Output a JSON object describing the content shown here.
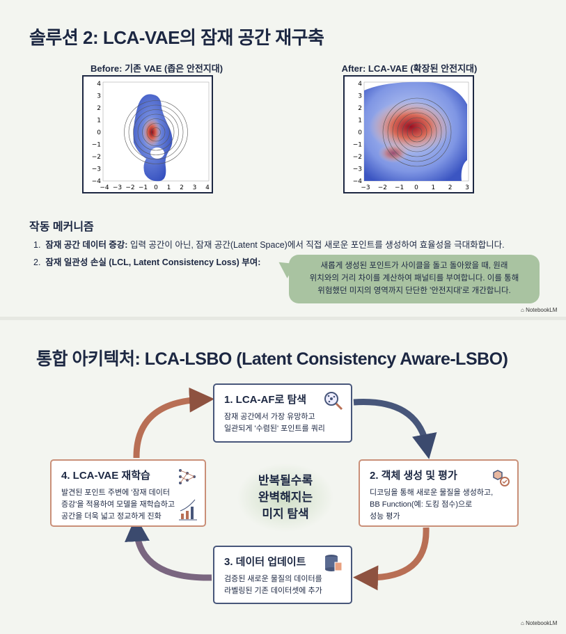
{
  "slide1": {
    "title": "솔루션 2: LCA-VAE의 잠재 공간 재구축",
    "before": {
      "title": "Before: 기존 VAE (좁은 안전지대)",
      "xticks": [
        "−4",
        "−3",
        "−2",
        "−1",
        "0",
        "1",
        "2",
        "3",
        "4"
      ],
      "yticks": [
        "4",
        "3",
        "2",
        "1",
        "0",
        "−1",
        "−2",
        "−3",
        "−4"
      ]
    },
    "after": {
      "title": "After: LCA-VAE (확장된 안전지대)",
      "xticks": [
        "−3",
        "−2",
        "−1",
        "0",
        "1",
        "2",
        "3"
      ],
      "yticks": [
        "4",
        "3",
        "2",
        "1",
        "0",
        "−1",
        "−2",
        "−3",
        "−4"
      ]
    },
    "mechanism_heading": "작동 메커니즘",
    "items": [
      {
        "num": "1.",
        "bold": "잠재 공간 데이터 증강:",
        "text": " 입력 공간이 아닌, 잠재 공간(Latent Space)에서 직접 새로운 포인트를 생성하여 효율성을 극대화합니다."
      },
      {
        "num": "2.",
        "bold": "잠재 일관성 손실 (LCL, Latent Consistency Loss) 부여:",
        "text": ""
      }
    ],
    "bubble_lines": [
      "새롭게 생성된 포인트가 사이클을 돌고 돌아왔을 때, 원래",
      "위치와의 거리 차이를 계산하여 패널티를 부여합니다. 이를 통해",
      "위험했던 미지의 영역까지 단단한 '안전지대'로 개간합니다."
    ],
    "watermark": "NotebookLM"
  },
  "slide2": {
    "title": "통합 아키텍처: LCA-LSBO (Latent Consistency Aware-LSBO)",
    "center_lines": [
      "반복될수록",
      "완벽해지는",
      "미지 탐색"
    ],
    "steps": [
      {
        "title": "1. LCA-AF로 탐색",
        "lines": [
          "잠재 공간에서 가장 유망하고",
          "일관되게 '수렴된' 포인트를 쿼리"
        ],
        "icon": "magnifier-network-icon"
      },
      {
        "title": "2. 객체 생성 및 평가",
        "lines": [
          "디코딩을 통해 새로운 물질을 생성하고,",
          "BB Function(예: 도킹 점수)으로",
          "성능 평가"
        ],
        "icon": "molecule-check-icon"
      },
      {
        "title": "3. 데이터 업데이트",
        "lines": [
          "검증된 새로운 물질의 데이터를",
          "라벨링된 기존 데이터셋에 추가"
        ],
        "icon": "database-icon"
      },
      {
        "title": "4. LCA-VAE 재학습",
        "lines": [
          "발견된 포인트 주변에 '잠재 데이터",
          "증강'을 적용하여 모델을 재학습하고",
          "공간을 더욱 넓고 정교하게 진화"
        ],
        "icon": "neural-network-chart-icon"
      }
    ],
    "watermark": "NotebookLM",
    "colors": {
      "navy": "#47567a",
      "terracotta": "#b86f55"
    }
  }
}
